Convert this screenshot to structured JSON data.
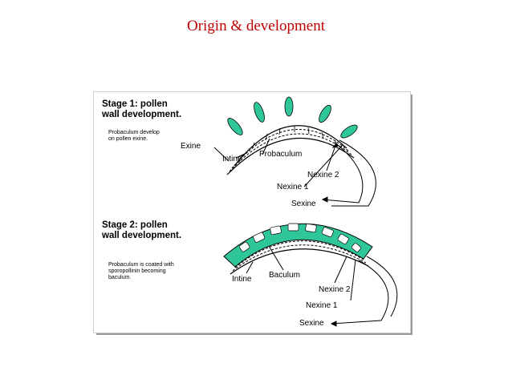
{
  "slide": {
    "title": "Origin & development"
  },
  "figure": {
    "stage1": {
      "title": "Stage 1: pollen\nwall development.",
      "note": "Probaculum develop\non pollen exine.",
      "labels": {
        "exine": "Exine",
        "intine": "Intine",
        "probaculum": "Probaculum",
        "nexine2": "Nexine 2",
        "nexine1": "Nexine 1",
        "sexine": "Sexine"
      }
    },
    "stage2": {
      "title": "Stage 2: pollen\nwall development.",
      "note": "Probaculum is coated with\nsporopollinin becoming\nbaculum.",
      "labels": {
        "intine": "Intine",
        "baculum": "Baculum",
        "nexine2": "Nexine 2",
        "nexine1": "Nexine 1",
        "sexine": "Sexine"
      }
    },
    "colors": {
      "sporopollenin": "#2fc79a",
      "title": "#c00000"
    }
  }
}
